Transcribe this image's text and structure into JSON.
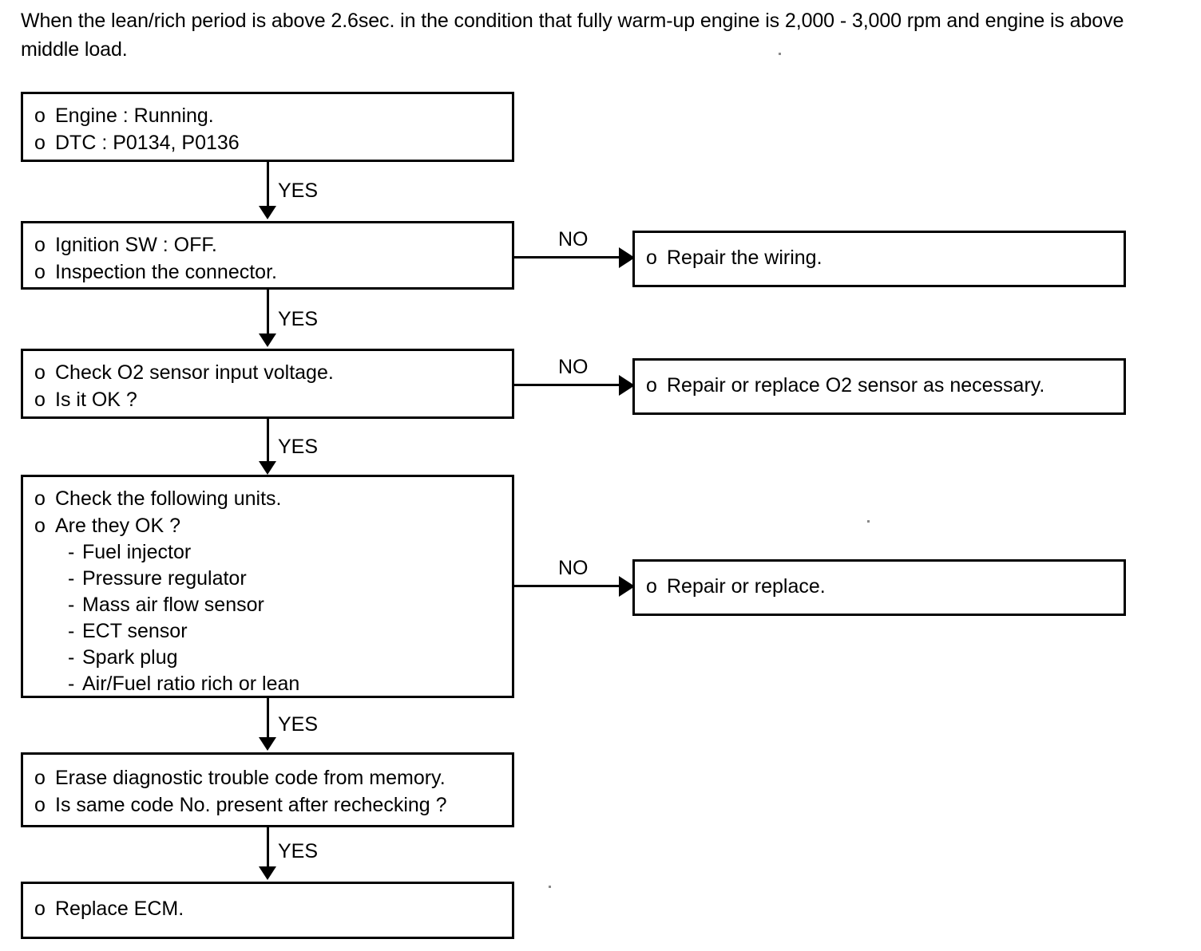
{
  "intro": {
    "text": "When the lean/rich period is above 2.6sec. in the condition that fully warm-up engine is 2,000 - 3,000 rpm and engine is above middle load."
  },
  "flowchart": {
    "type": "diagnostic-flowchart",
    "edge_labels": {
      "yes": "YES",
      "no": "NO"
    },
    "bullet": "o",
    "dash": "-",
    "steps": [
      {
        "id": "step-1",
        "lines": [
          "Engine : Running.",
          "DTC : P0134, P0136"
        ],
        "sub_items": [],
        "yes_to": "step-2",
        "no_to": null
      },
      {
        "id": "step-2",
        "lines": [
          "Ignition SW : OFF.",
          "Inspection the connector."
        ],
        "sub_items": [],
        "yes_to": "step-3",
        "no_to": "result-1"
      },
      {
        "id": "step-3",
        "lines": [
          "Check O2 sensor input voltage.",
          "Is it OK ?"
        ],
        "sub_items": [],
        "yes_to": "step-4",
        "no_to": "result-2"
      },
      {
        "id": "step-4",
        "lines": [
          "Check the following units.",
          "Are they OK ?"
        ],
        "sub_items": [
          "Fuel injector",
          "Pressure regulator",
          "Mass air flow sensor",
          "ECT sensor",
          "Spark plug",
          "Air/Fuel ratio rich or lean"
        ],
        "yes_to": "step-5",
        "no_to": "result-3"
      },
      {
        "id": "step-5",
        "lines": [
          "Erase diagnostic trouble code from memory.",
          "Is same code No. present after rechecking ?"
        ],
        "sub_items": [],
        "yes_to": "step-6",
        "no_to": null
      },
      {
        "id": "step-6",
        "lines": [
          "Replace ECM."
        ],
        "sub_items": [],
        "yes_to": null,
        "no_to": null
      }
    ],
    "results": [
      {
        "id": "result-1",
        "lines": [
          "Repair the wiring."
        ]
      },
      {
        "id": "result-2",
        "lines": [
          "Repair or replace O2 sensor as necessary."
        ]
      },
      {
        "id": "result-3",
        "lines": [
          "Repair or replace."
        ]
      }
    ]
  },
  "colors": {
    "ink": "#000000",
    "paper": "#ffffff"
  }
}
